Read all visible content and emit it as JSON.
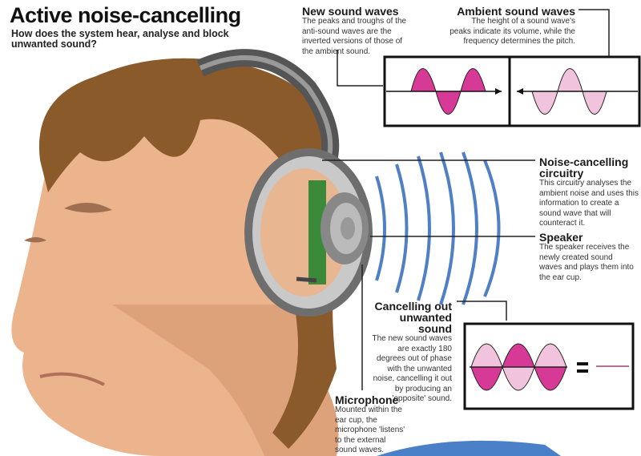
{
  "title": "Active noise-cancelling",
  "subtitle": "How does the system hear, analyse and block unwanted sound?",
  "callouts": {
    "new_waves": {
      "heading": "New sound waves",
      "body": "The peaks and troughs of the anti-sound waves are the inverted versions of those of the ambient sound."
    },
    "ambient_waves": {
      "heading": "Ambient sound waves",
      "body": "The height of a sound wave's peaks indicate its volume, while the frequency determines the pitch."
    },
    "circuitry": {
      "heading": "Noise-cancelling circuitry",
      "body": "This circuitry analyses the ambient noise and uses this information to create a sound wave that will counteract it."
    },
    "speaker": {
      "heading": "Speaker",
      "body": "The speaker receives the newly created sound waves and plays them into the ear cup."
    },
    "cancelling": {
      "heading": "Cancelling out unwanted sound",
      "body": "The new sound waves are exactly 180 degrees out of phase with the unwanted noise, cancelling it out by producing an 'opposite' sound."
    },
    "microphone": {
      "heading": "Microphone",
      "body": "Mounted within the ear cup, the microphone 'listens' to the external sound waves."
    }
  },
  "colors": {
    "anti_wave": "#d63a96",
    "ambient_wave": "#f2c3dc",
    "sound_arcs": "#4f7fc4",
    "skin": "#ecb48c",
    "hair": "#8b5a2b",
    "shirt": "#4a80c8"
  }
}
